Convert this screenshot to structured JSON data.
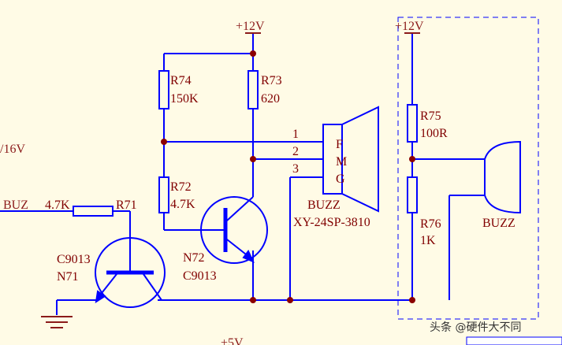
{
  "power": {
    "v12_left": "+12V",
    "v12_right": "+12V",
    "v5_bottom": "+5V",
    "v16_edge": "/16V"
  },
  "net": {
    "buz": "BUZ"
  },
  "resistors": {
    "r71": {
      "ref": "R71",
      "value": "4.7K"
    },
    "r72": {
      "ref": "R72",
      "value": "4.7K"
    },
    "r73": {
      "ref": "R73",
      "value": "620"
    },
    "r74": {
      "ref": "R74",
      "value": "150K"
    },
    "r75": {
      "ref": "R75",
      "value": "100R"
    },
    "r76": {
      "ref": "R76",
      "value": "1K"
    }
  },
  "transistors": {
    "n71": {
      "part": "C9013",
      "ref": "N71"
    },
    "n72": {
      "ref": "N72",
      "part": "C9013"
    }
  },
  "buzzer_main": {
    "pins": [
      "1",
      "2",
      "3"
    ],
    "pin_letters": [
      "F",
      "M",
      "G"
    ],
    "name": "BUZZ",
    "part": "XY-24SP-3810"
  },
  "buzzer_alt": {
    "name": "BUZZ"
  },
  "watermark": {
    "text": "头条 @硬件大不同"
  },
  "colors": {
    "wire": "#0000ff",
    "junction": "#8b0000",
    "label": "#800000",
    "background": "#fffbe6"
  }
}
